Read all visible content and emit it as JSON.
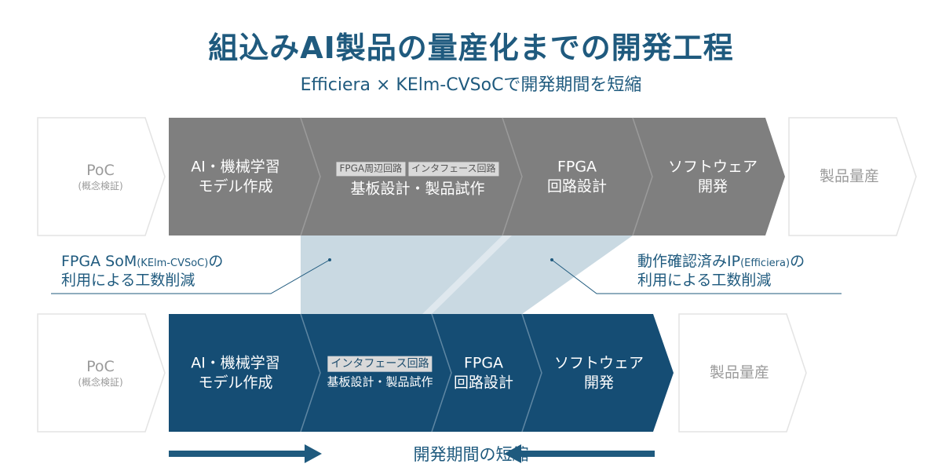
{
  "header": {
    "title": "組込みAI製品の量産化までの開発工程",
    "subtitle": "Efficiera × KElm-CVSoCで開発期間を短縮"
  },
  "colors": {
    "gray": "#7f7f7f",
    "navy": "#154d74",
    "band": "#c9d9e2",
    "outline": "#e3e3e3",
    "accent": "#1f5a7e"
  },
  "top_flow": {
    "steps": [
      {
        "line1": "PoC",
        "line2": "(概念検証)"
      },
      {
        "line1": "AI・機械学習",
        "line2": "モデル作成"
      },
      {
        "tags": [
          "FPGA周辺回路",
          "インタフェース回路"
        ],
        "line1": "基板設計・製品試作"
      },
      {
        "line1": "FPGA",
        "line2": "回路設計"
      },
      {
        "line1": "ソフトウェア",
        "line2": "開発"
      },
      {
        "line1": "製品量産"
      }
    ]
  },
  "bottom_flow": {
    "steps": [
      {
        "line1": "PoC",
        "line2": "(概念検証)"
      },
      {
        "line1": "AI・機械学習",
        "line2": "モデル作成"
      },
      {
        "tag": "インタフェース回路",
        "line1": "基板設計・製品試作"
      },
      {
        "line1": "FPGA",
        "line2": "回路設計"
      },
      {
        "line1": "ソフトウェア",
        "line2": "開発"
      },
      {
        "line1": "製品量産"
      }
    ]
  },
  "notes": {
    "left": {
      "part1": "FPGA SoM",
      "part2": "(KElm-CVSoC)",
      "part3": "の",
      "line2": "利用による工数削減"
    },
    "right": {
      "part1": "動作確認済みIP",
      "part2": "(Efficiera)",
      "part3": "の",
      "line2": "利用による工数削減"
    }
  },
  "footer": {
    "label": "開発期間の短縮"
  }
}
